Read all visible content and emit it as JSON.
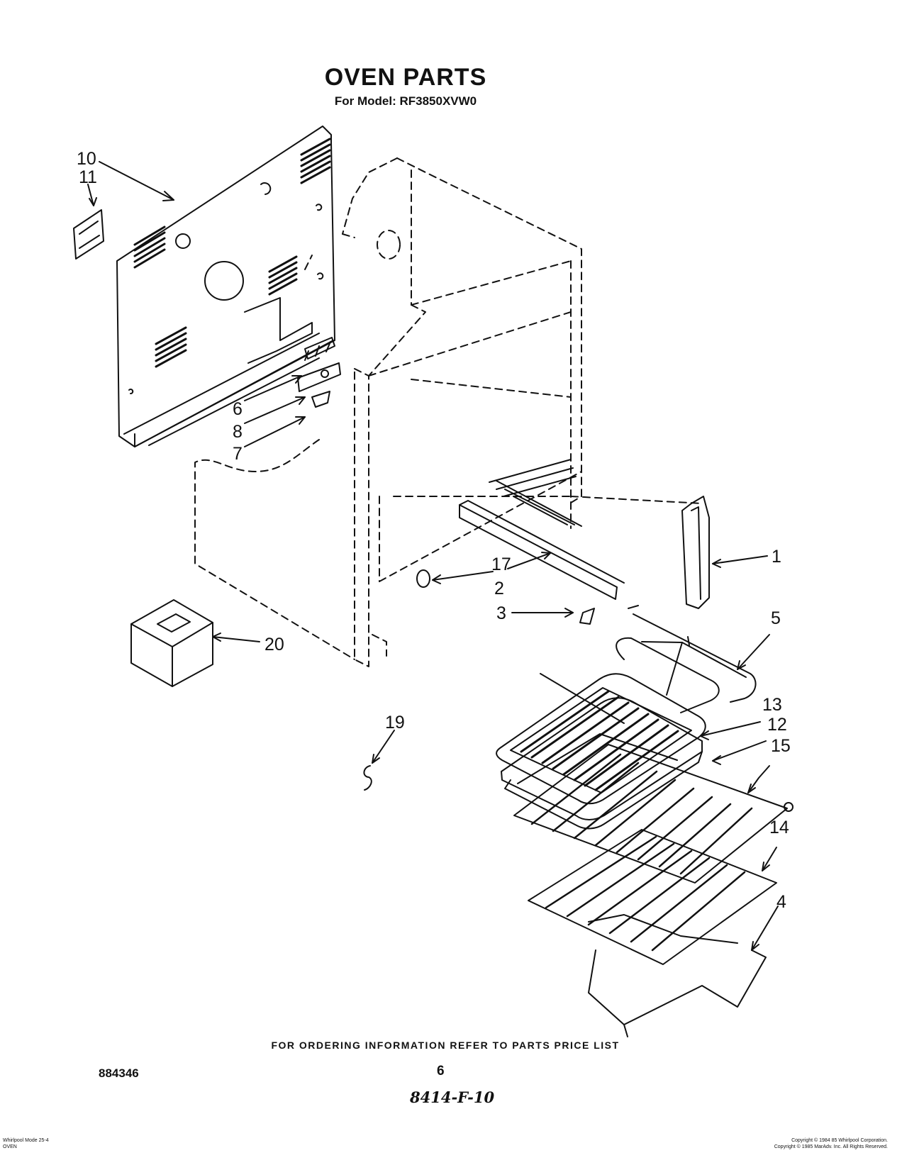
{
  "header": {
    "title": "OVEN PARTS",
    "model_line": "For Model: RF3850XVW0"
  },
  "callouts": {
    "c1": "1",
    "c2": "2",
    "c3": "3",
    "c4": "4",
    "c5": "5",
    "c6": "6",
    "c7": "7",
    "c8": "8",
    "c10": "10",
    "c11": "11",
    "c12": "12",
    "c13": "13",
    "c14": "14",
    "c15": "15",
    "c17": "17",
    "c19": "19",
    "c20": "20"
  },
  "footer": {
    "ordering_info": "FOR ORDERING INFORMATION REFER TO PARTS PRICE LIST",
    "doc_number": "884346",
    "page_number": "6",
    "handwritten_note": "8414-F-10",
    "small_left_line1": "Whirlpool Mode 25-4",
    "small_left_line2": "OVEN",
    "small_right_line1": "Copyright © 1984 85 Whirlpool Corporation.",
    "small_right_line2": "Copyright © 1985 MarAdv. Inc. All Rights Reserved."
  }
}
